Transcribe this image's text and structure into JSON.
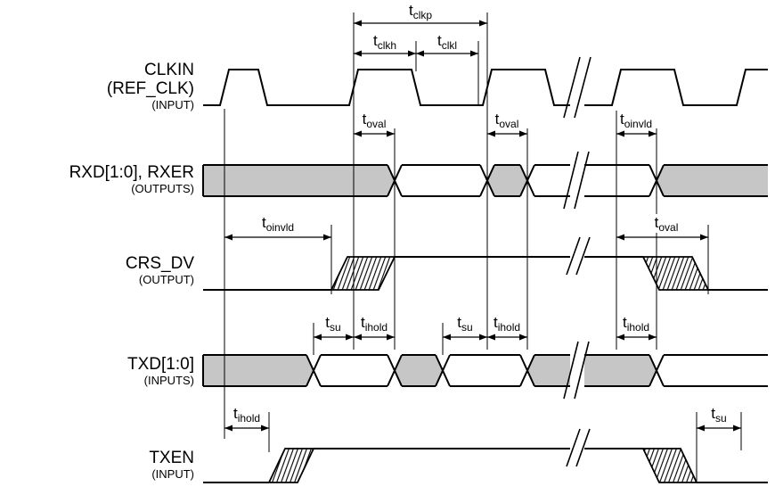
{
  "figure_type": "RMII interface timing diagram",
  "colors": {
    "background": "#ffffff",
    "line": "#000000",
    "bus_fill": "#c6c6c6"
  },
  "signals": [
    {
      "name": "CLKIN",
      "alias": "(REF_CLK)",
      "direction": "(INPUT)"
    },
    {
      "name": "RXD[1:0], RXER",
      "direction": "(OUTPUTS)"
    },
    {
      "name": "CRS_DV",
      "direction": "(OUTPUT)"
    },
    {
      "name": "TXD[1:0]",
      "direction": "(INPUTS)"
    },
    {
      "name": "TXEN",
      "direction": "(INPUT)"
    }
  ],
  "annotations": [
    {
      "id": "t_clkp",
      "prefix": "t",
      "sub": "clkp"
    },
    {
      "id": "t_clkh",
      "prefix": "t",
      "sub": "clkh"
    },
    {
      "id": "t_clkl",
      "prefix": "t",
      "sub": "clkl"
    },
    {
      "id": "t_oval_rxd_1",
      "prefix": "t",
      "sub": "oval"
    },
    {
      "id": "t_oval_rxd_2",
      "prefix": "t",
      "sub": "oval"
    },
    {
      "id": "t_oinvld_rxd",
      "prefix": "t",
      "sub": "oinvld"
    },
    {
      "id": "t_oinvld_crs",
      "prefix": "t",
      "sub": "oinvld"
    },
    {
      "id": "t_oval_crs",
      "prefix": "t",
      "sub": "oval"
    },
    {
      "id": "t_su_txd_1",
      "prefix": "t",
      "sub": "su"
    },
    {
      "id": "t_ihold_txd_1",
      "prefix": "t",
      "sub": "ihold"
    },
    {
      "id": "t_su_txd_2",
      "prefix": "t",
      "sub": "su"
    },
    {
      "id": "t_ihold_txd_2",
      "prefix": "t",
      "sub": "ihold"
    },
    {
      "id": "t_ihold_txd_3",
      "prefix": "t",
      "sub": "ihold"
    },
    {
      "id": "t_ihold_txen",
      "prefix": "t",
      "sub": "ihold"
    },
    {
      "id": "t_su_txen",
      "prefix": "t",
      "sub": "su"
    }
  ]
}
